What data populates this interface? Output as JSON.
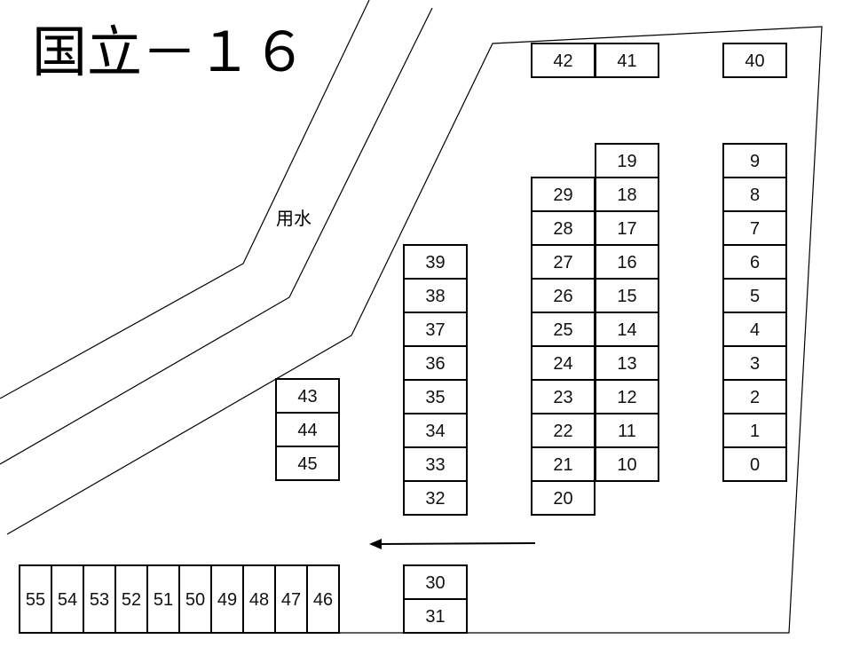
{
  "title": "国立－１６",
  "water_label": "用水",
  "direction_arrow": "left",
  "colors": {
    "line": "#000000",
    "background": "#ffffff"
  },
  "slots": [
    "0",
    "1",
    "2",
    "3",
    "4",
    "5",
    "6",
    "7",
    "8",
    "9",
    "10",
    "11",
    "12",
    "13",
    "14",
    "15",
    "16",
    "17",
    "18",
    "19",
    "20",
    "21",
    "22",
    "23",
    "24",
    "25",
    "26",
    "27",
    "28",
    "29",
    "30",
    "31",
    "32",
    "33",
    "34",
    "35",
    "36",
    "37",
    "38",
    "39",
    "40",
    "41",
    "42",
    "43",
    "44",
    "45",
    "46",
    "47",
    "48",
    "49",
    "50",
    "51",
    "52",
    "53",
    "54",
    "55"
  ]
}
